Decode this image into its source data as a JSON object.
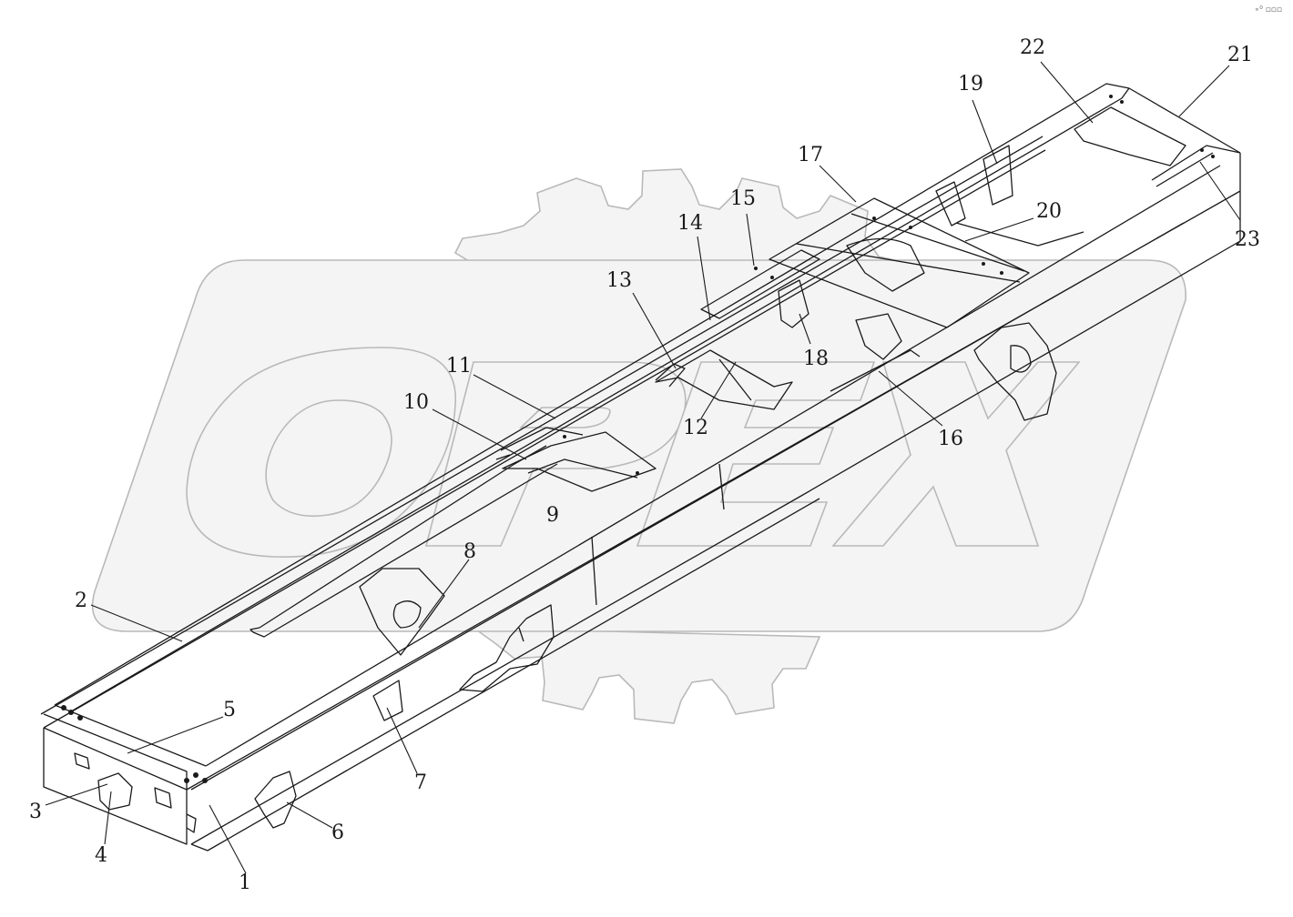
{
  "diagram": {
    "callouts": [
      {
        "id": "1",
        "text": "1"
      },
      {
        "id": "2",
        "text": "2"
      },
      {
        "id": "3",
        "text": "3"
      },
      {
        "id": "4",
        "text": "4"
      },
      {
        "id": "5",
        "text": "5"
      },
      {
        "id": "6",
        "text": "6"
      },
      {
        "id": "7",
        "text": "7"
      },
      {
        "id": "8",
        "text": "8"
      },
      {
        "id": "9",
        "text": "9"
      },
      {
        "id": "10",
        "text": "10"
      },
      {
        "id": "11",
        "text": "11"
      },
      {
        "id": "12",
        "text": "12"
      },
      {
        "id": "13",
        "text": "13"
      },
      {
        "id": "14",
        "text": "14"
      },
      {
        "id": "15",
        "text": "15"
      },
      {
        "id": "16",
        "text": "16"
      },
      {
        "id": "17",
        "text": "17"
      },
      {
        "id": "18",
        "text": "18"
      },
      {
        "id": "19",
        "text": "19"
      },
      {
        "id": "20",
        "text": "20"
      },
      {
        "id": "21",
        "text": "21"
      },
      {
        "id": "22",
        "text": "22"
      },
      {
        "id": "23",
        "text": "23"
      }
    ],
    "watermark_text": "OPEX",
    "corner_mark": "∘⁰ ▫▫▫",
    "colors": {
      "line": "#1a1a1a",
      "watermark_fill": "#f4f4f4",
      "watermark_stroke": "#b9b9b9",
      "background": "#ffffff"
    }
  }
}
